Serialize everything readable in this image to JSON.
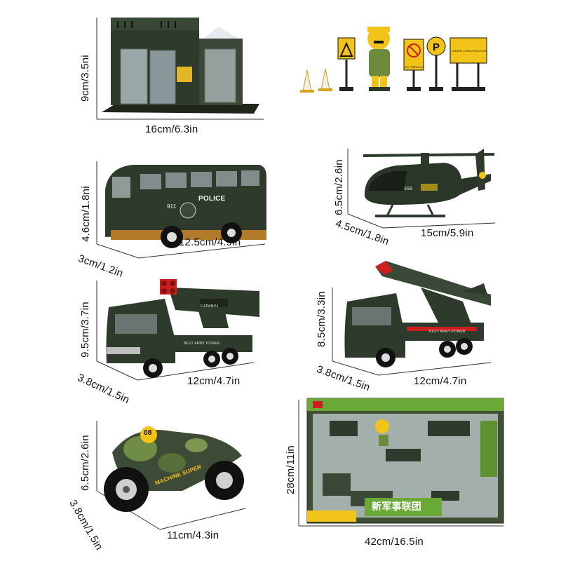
{
  "colors": {
    "army_green": "#2e3a2c",
    "army_green_light": "#4a5a44",
    "warning_yellow": "#f2c318",
    "missile_red": "#cc1f1f",
    "box_green": "#6aa838"
  },
  "products": [
    {
      "id": "station",
      "icon": "police-station-icon",
      "width_label": "16cm/6.3in",
      "height_label": "9cm/3.5ni"
    },
    {
      "id": "accessories",
      "icon": "road-signs-figure-icon",
      "sign_texts": [
        "NO PARKING",
        "UNDER CONSTRUCTION"
      ]
    },
    {
      "id": "bus",
      "icon": "police-bus-icon",
      "width_label": "12.5cm/4.9in",
      "height_label": "4.6cm/1.8ni",
      "depth_label": "3cm/1.2in",
      "decal_texts": [
        "POLICE",
        "911"
      ]
    },
    {
      "id": "helicopter",
      "icon": "helicopter-icon",
      "width_label": "15cm/5.9in",
      "height_label": "6.5cm/2.6in",
      "depth_label": "4.5cm/1.8in",
      "decal_texts": [
        "399"
      ]
    },
    {
      "id": "rocket_truck",
      "icon": "rocket-launcher-truck-icon",
      "width_label": "12cm/4.7in",
      "height_label": "9.5cm/3.7in",
      "depth_label": "3.8cm/1.5in",
      "decal_texts": [
        "COMBAT",
        "BEST ARMY POWER"
      ]
    },
    {
      "id": "missile_truck",
      "icon": "missile-truck-icon",
      "width_label": "12cm/4.7in",
      "height_label": "8.5cm/3.3in",
      "depth_label": "3.8cm/1.5in",
      "decal_texts": [
        "BEST ARMY POWER"
      ]
    },
    {
      "id": "motorcycle",
      "icon": "motorcycle-icon",
      "width_label": "11cm/4.3in",
      "height_label": "6.5cm/2.6in",
      "depth_label": "3.8cm/1.5in",
      "decal_texts": [
        "MACHINE SUPER",
        "08"
      ]
    },
    {
      "id": "box",
      "icon": "product-box-icon",
      "width_label": "42cm/16.5in",
      "height_label": "28cm/11in",
      "title_text": "新军事联团"
    }
  ]
}
